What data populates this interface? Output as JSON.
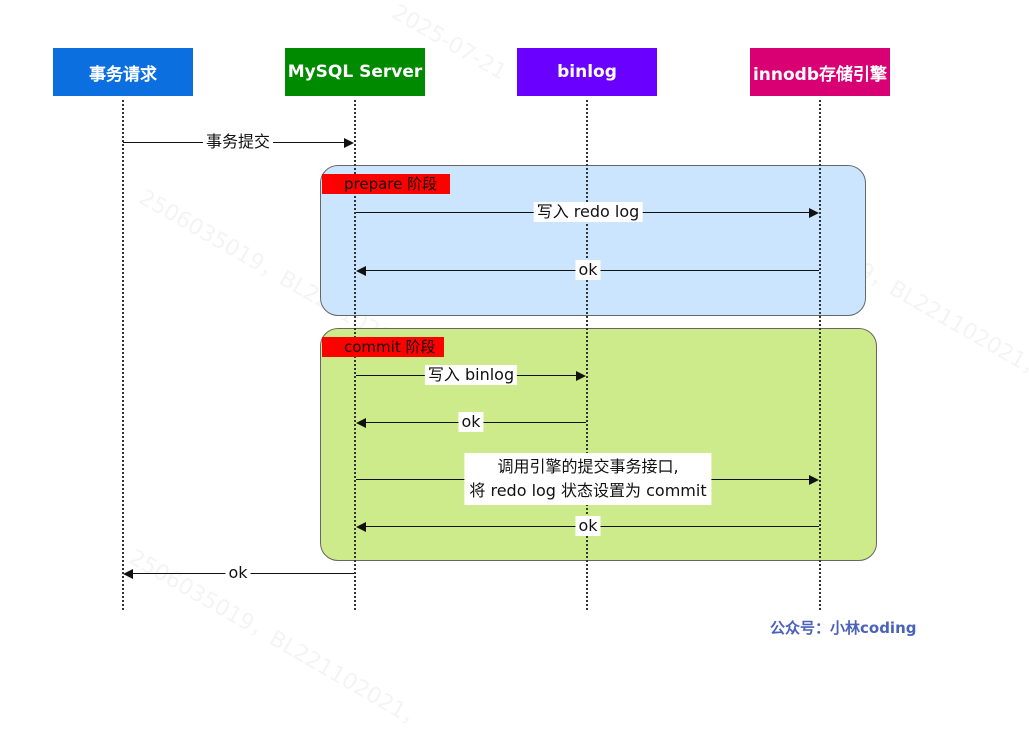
{
  "actors": {
    "request": {
      "label": "事务请求",
      "color": "#0b6fe0"
    },
    "mysql": {
      "label": "MySQL Server",
      "color": "#008a00"
    },
    "binlog": {
      "label": "binlog",
      "color": "#6a00ff"
    },
    "innodb": {
      "label": "innodb存储引擎",
      "color": "#d80073"
    }
  },
  "phases": {
    "prepare": {
      "label": "prepare 阶段",
      "fill": "#cce5ff",
      "tag_color": "#ff0000"
    },
    "commit": {
      "label": "commit 阶段",
      "fill": "#cdeb8b",
      "tag_color": "#ff0000"
    }
  },
  "messages": {
    "m1": "事务提交",
    "m2": "写入 redo log",
    "m3": "ok",
    "m4": "写入 binlog",
    "m5": "ok",
    "m6_line1": "调用引擎的提交事务接口,",
    "m6_line2": "将 redo log 状态设置为 commit",
    "m7": "ok",
    "m8": "ok"
  },
  "footer": "公众号：小林coding",
  "watermark": {
    "lines": [
      "2025-07-21",
      "2506035019，BL221102021，",
      "2025-07-21",
      "2506035019，BL221102021，",
      "2506035019，BL221102021，"
    ]
  }
}
